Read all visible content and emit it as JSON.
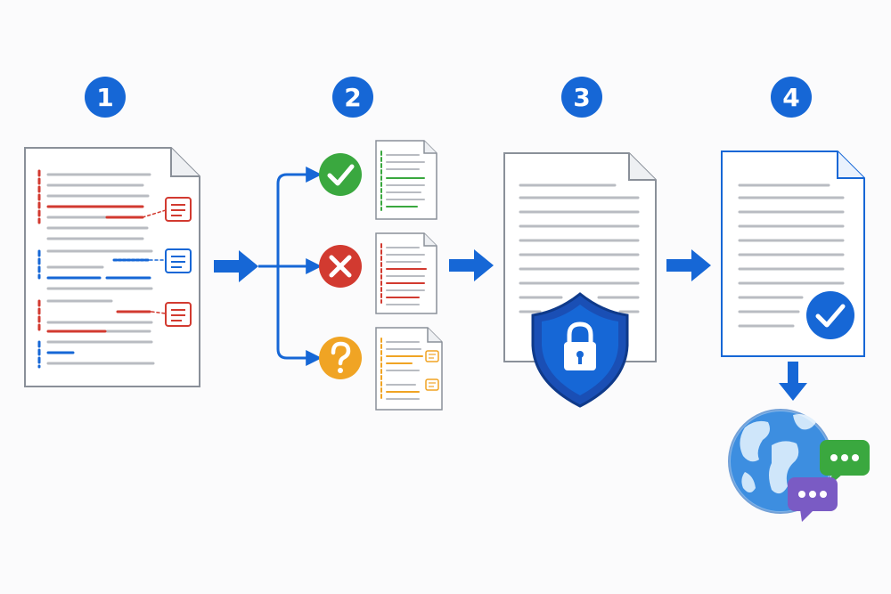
{
  "steps": [
    {
      "number": "1"
    },
    {
      "number": "2"
    },
    {
      "number": "3"
    },
    {
      "number": "4"
    }
  ],
  "colors": {
    "blue": "#1667d6",
    "red": "#d23a30",
    "green": "#3aa83f",
    "orange": "#f0a424",
    "purple": "#7a5bc4",
    "gray_line": "#b9bcc2"
  },
  "icons": [
    "document-icon",
    "comment-icon",
    "check-icon",
    "cross-icon",
    "question-icon",
    "shield-lock-icon",
    "verified-check-icon",
    "globe-icon",
    "chat-bubble-icon",
    "arrow-icon"
  ]
}
